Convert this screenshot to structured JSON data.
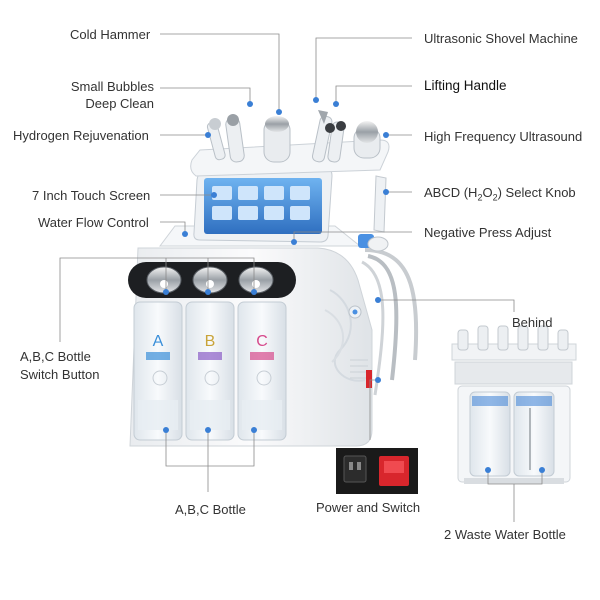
{
  "labels": {
    "cold_hammer": "Cold Hammer",
    "ultrasonic_shovel": "Ultrasonic Shovel Machine",
    "small_bubbles_1": "Small Bubbles",
    "small_bubbles_2": "Deep Clean",
    "lifting_handle": "Lifting Handle",
    "hydrogen": "Hydrogen Rejuvenation",
    "high_freq": "High Frequency Ultrasound",
    "touch_screen": "7 Inch Touch Screen",
    "select_knob_pre": "ABCD (H",
    "select_knob_sub1": "2",
    "select_knob_mid": "O",
    "select_knob_sub2": "2",
    "select_knob_post": ") Select Knob",
    "water_flow": "Water Flow Control",
    "negative_press": "Negative Press Adjust",
    "behind": "Behind",
    "switch_1": "A,B,C  Bottle",
    "switch_2": "Switch Button",
    "bottle": "A,B,C  Bottle",
    "power_switch": "Power and Switch",
    "waste_bottle": "2 Waste Water Bottle"
  },
  "bottle_letters": [
    "A",
    "B",
    "C"
  ],
  "colors": {
    "line": "#8a8a8a",
    "dot": "#3a7fd5",
    "body": "#f1f3f5",
    "accent_blue": "#4a90e2",
    "bottle_a": "#3a8fd9",
    "bottle_b": "#c9a43a",
    "bottle_c": "#d64a8c",
    "switch_red": "#d8262c"
  }
}
